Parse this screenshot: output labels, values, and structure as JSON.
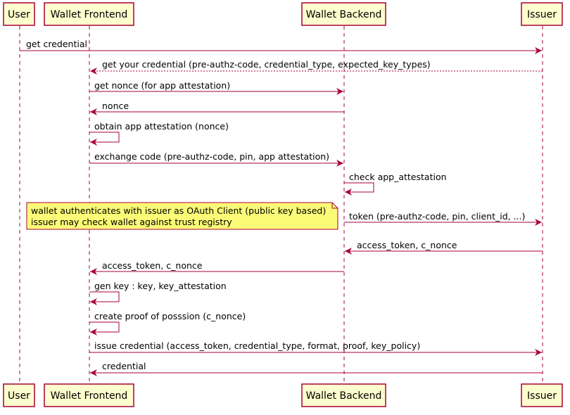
{
  "colors": {
    "lifeline": "#a80036",
    "participant_fill": "#fefece",
    "participant_border": "#a80036",
    "note_fill": "#fbfb77",
    "note_border": "#a80036"
  },
  "participants": {
    "user": "User",
    "frontend": "Wallet Frontend",
    "backend": "Wallet Backend",
    "issuer": "Issuer"
  },
  "messages": {
    "m1": "get credential",
    "m2": "get your credential (pre-authz-code, credential_type, expected_key_types)",
    "m3": "get nonce (for app attestation)",
    "m4": "nonce",
    "m5": "obtain app attestation (nonce)",
    "m6": "exchange code (pre-authz-code, pin, app attestation)",
    "m7": "check app_attestation",
    "m8": "token (pre-authz-code, pin, client_id, ...)",
    "m9": "access_token, c_nonce",
    "m10": "access_token, c_nonce",
    "m11": "gen key : key, key_attestation",
    "m12": "create proof of posssion (c_nonce)",
    "m13": "issue credential (access_token, credential_type, format, proof, key_policy)",
    "m14": "credential"
  },
  "note": {
    "line1": "wallet authenticates with issuer as OAuth Client (public key based)",
    "line2": "issuer may check wallet against trust registry"
  }
}
